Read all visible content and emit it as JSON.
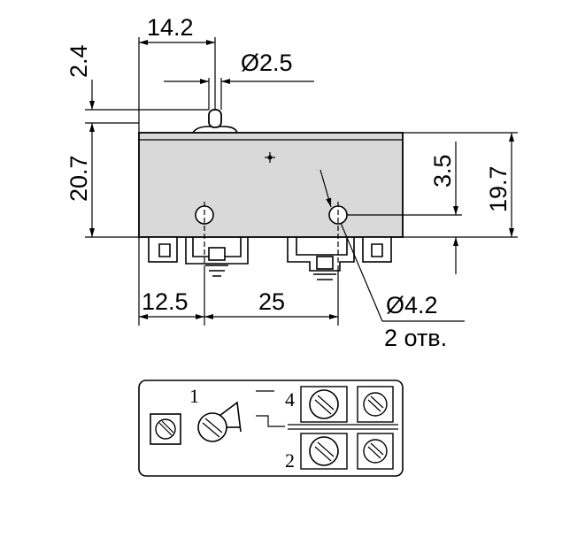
{
  "dimensions": {
    "width_top": "14.2",
    "height_top": "2.4",
    "diameter_plunger": "Ø2.5",
    "height_body": "20.7",
    "height_right": "19.7",
    "hole_offset": "3.5",
    "left_offset": "12.5",
    "hole_spacing": "25",
    "diameter_holes": "Ø4.2",
    "holes_count": "2 отв."
  },
  "schematic": {
    "terminal_1": "1",
    "terminal_2": "2",
    "terminal_4": "4"
  }
}
